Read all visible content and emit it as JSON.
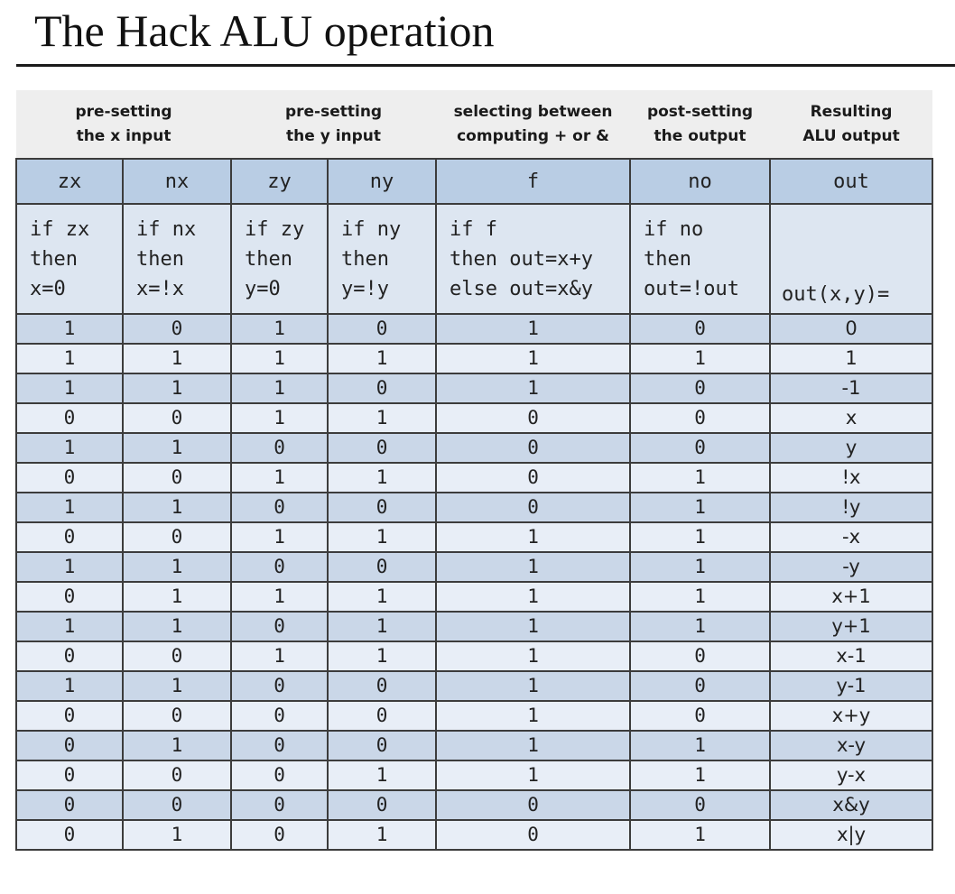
{
  "title": "The Hack ALU operation",
  "groups": [
    {
      "line1": "pre-setting",
      "line2": "the x input",
      "span": 2
    },
    {
      "line1": "pre-setting",
      "line2": "the y input",
      "span": 2
    },
    {
      "line1": "selecting between",
      "line2": "computing + or &",
      "span": 1
    },
    {
      "line1": "post-setting",
      "line2": "the output",
      "span": 1
    },
    {
      "line1": "Resulting",
      "line2": "ALU output",
      "span": 1
    }
  ],
  "columns": [
    "zx",
    "nx",
    "zy",
    "ny",
    "f",
    "no",
    "out"
  ],
  "descriptions": [
    [
      "if zx",
      "then",
      "x=0"
    ],
    [
      "if nx",
      "then",
      "x=!x"
    ],
    [
      "if zy",
      "then",
      "y=0"
    ],
    [
      "if ny",
      "then",
      "y=!y"
    ],
    [
      "if f",
      "then out=x+y",
      "else out=x&y"
    ],
    [
      "if no",
      "then",
      "out=!out"
    ],
    [
      "out(x,y)="
    ]
  ],
  "rows": [
    [
      "1",
      "0",
      "1",
      "0",
      "1",
      "0",
      "0"
    ],
    [
      "1",
      "1",
      "1",
      "1",
      "1",
      "1",
      "1"
    ],
    [
      "1",
      "1",
      "1",
      "0",
      "1",
      "0",
      "-1"
    ],
    [
      "0",
      "0",
      "1",
      "1",
      "0",
      "0",
      "x"
    ],
    [
      "1",
      "1",
      "0",
      "0",
      "0",
      "0",
      "y"
    ],
    [
      "0",
      "0",
      "1",
      "1",
      "0",
      "1",
      "!x"
    ],
    [
      "1",
      "1",
      "0",
      "0",
      "0",
      "1",
      "!y"
    ],
    [
      "0",
      "0",
      "1",
      "1",
      "1",
      "1",
      "-x"
    ],
    [
      "1",
      "1",
      "0",
      "0",
      "1",
      "1",
      "-y"
    ],
    [
      "0",
      "1",
      "1",
      "1",
      "1",
      "1",
      "x+1"
    ],
    [
      "1",
      "1",
      "0",
      "1",
      "1",
      "1",
      "y+1"
    ],
    [
      "0",
      "0",
      "1",
      "1",
      "1",
      "0",
      "x-1"
    ],
    [
      "1",
      "1",
      "0",
      "0",
      "1",
      "0",
      "y-1"
    ],
    [
      "0",
      "0",
      "0",
      "0",
      "1",
      "0",
      "x+y"
    ],
    [
      "0",
      "1",
      "0",
      "0",
      "1",
      "1",
      "x-y"
    ],
    [
      "0",
      "0",
      "0",
      "1",
      "1",
      "1",
      "y-x"
    ],
    [
      "0",
      "0",
      "0",
      "0",
      "0",
      "0",
      "x&y"
    ],
    [
      "0",
      "1",
      "0",
      "1",
      "0",
      "1",
      "x|y"
    ]
  ]
}
